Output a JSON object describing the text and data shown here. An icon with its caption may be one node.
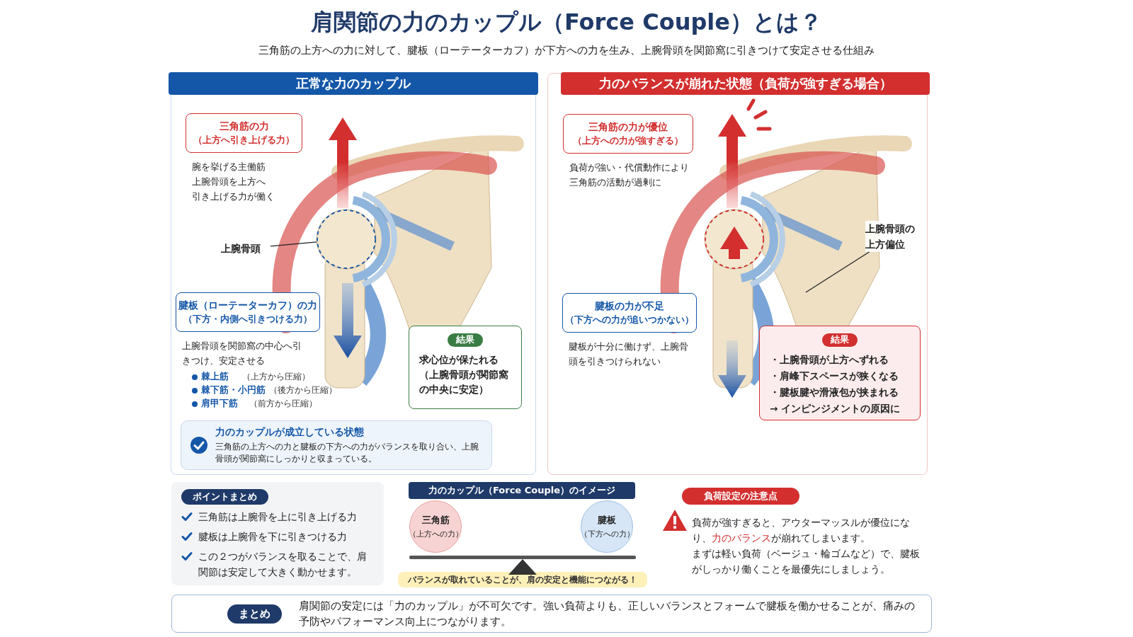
{
  "diagram": {
    "title": "肩関節の力のカップル（Force Couple）とは？",
    "nodes": [
      {
        "text": [
          "正常な力のカップル"
        ]
      },
      {
        "text": [
          "三角筋の力",
          "（上方へ引き上げる力）"
        ],
        "in": 0,
        "beside": [
          "腕を挙げる主働筋",
          "上腕骨頭を上方へ",
          "引き上げる力が働く"
        ]
      },
      {
        "text": [
          "上腕骨頭"
        ],
        "in": 0
      },
      {
        "text": [],
        "shape": "circle",
        "in": 0
      },
      {
        "text": [
          "腱板（ローテーターカフ）の力",
          "（下方・内側へ引きつける力）"
        ],
        "in": 0,
        "beside": [
          "上腕骨頭を関節窩の中心へ引きつけ、安定させる"
        ]
      },
      {
        "text": [
          "結果",
          "求心位が保たれる（上腕骨頭が関節窩の中央に安定）"
        ],
        "in": 0
      },
      {
        "text": [
          "力のカップルが成立している状態",
          "三角筋の上方への力と腱板の下方への力がバランスを取り合い、上腕骨頭が関節窩にしっかりと収まっている。"
        ],
        "in": 0
      },
      {
        "text": [
          "力のバランスが崩れた状態（負荷が強すぎる場合）"
        ]
      },
      {
        "text": [
          "三角筋の力が優位",
          "（上方への力が強すぎる）"
        ],
        "in": 7,
        "beside": [
          "負荷が強い・代償動作により三角筋の活動が過剰に"
        ]
      },
      {
        "text": [
          "上腕骨頭の上方偏位"
        ],
        "in": 7
      },
      {
        "text": [],
        "shape": "circle",
        "in": 7
      },
      {
        "text": [
          "腱板の力が不足",
          "（下方への力が追いつかない）"
        ],
        "in": 7,
        "beside": [
          "腱板が十分に働けず、上腕骨頭を引きつけられない"
        ]
      },
      {
        "text": [
          "結果",
          "・上腕骨頭が上方へずれる",
          "・肩峰下スペースが狭くなる",
          "・腱板腱や滑液包が挟まれる",
          "→ インピンジメントの原因に"
        ],
        "in": 7
      },
      {
        "text": [
          "ポイントまとめ",
          "三角筋は上腕骨を上に引き上げる力",
          "腱板は上腕骨を下に引きつける力",
          "この２つがバランスを取ることで、肩関節は安定して大きく動かせます。"
        ]
      },
      {
        "text": [
          "力のカップル（Force Couple）のイメージ"
        ]
      },
      {
        "text": [
          "三角筋",
          "（上方への力）"
        ]
      },
      {
        "text": [
          "腱板",
          "（下方への力）"
        ]
      },
      {
        "text": [
          "バランスが取れていることが、肩の安定と機能につながる！"
        ]
      },
      {
        "text": [
          "負荷設定の注意点"
        ]
      },
      {
        "text": [
          "まとめ",
          "肩関節の安定には「力のカップル」が不可欠です。強い負荷よりも、正しいバランスとフォームで腱板を働かせることが、痛みの予防やパフォーマンス向上につながります。"
        ]
      }
    ],
    "edges": [
      {
        "from": 2,
        "to": 3,
        "arrow": "none"
      },
      {
        "from": 9,
        "to": null,
        "arrow": "none"
      }
    ],
    "labels": [
      "三角筋の上方への力に対して、腱板（ローテーターカフ）が下方への力を生み、上腕骨頭を関節窩に引きつけて安定させる仕組み",
      "棘上筋",
      "（上方から圧縮）",
      "棘下筋・小円筋",
      "（後方から圧縮）",
      "肩甲下筋",
      "（前方から圧縮）",
      "負荷が強すぎると、アウターマッスルが優位になり、**力のバランス**が崩れてしまいます。",
      "まずは軽い負荷（ベージュ・輪ゴムなど）で、腱板がしっかり働くことを最優先にしましょう。"
    ]
  }
}
